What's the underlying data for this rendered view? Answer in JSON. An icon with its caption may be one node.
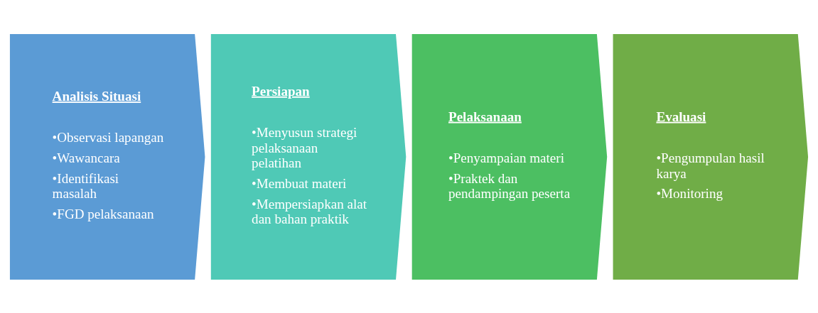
{
  "diagram": {
    "nodes": [
      {
        "text": [
          "Analisis Situasi",
          "•Observasi lapangan",
          "•Wawancara",
          "•Identifikasi masalah",
          "•FGD pelaksanaan"
        ]
      },
      {
        "text": [
          "Persiapan",
          "•Menyusun strategi pelaksanaan pelatihan",
          "•Membuat materi",
          "•Mempersiapkan alat dan bahan praktik"
        ]
      },
      {
        "text": [
          "Pelaksanaan",
          "•Penyampaian materi",
          "•Praktek dan pendampingan peserta"
        ]
      },
      {
        "text": [
          "Evaluasi",
          "•Pengumpulan hasil karya",
          "•Monitoring"
        ]
      }
    ]
  }
}
